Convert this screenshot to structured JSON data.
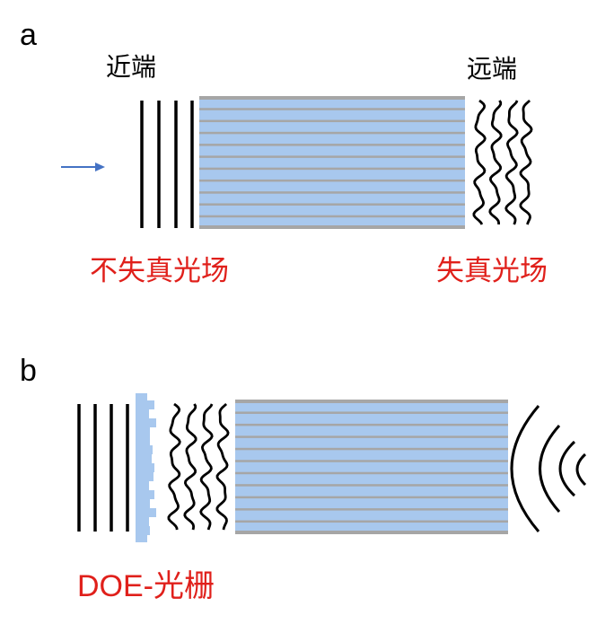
{
  "panel_a": {
    "label": "a",
    "near_end": "近端",
    "far_end": "远端",
    "undistorted_field": "不失真光场",
    "distorted_field": "失真光场"
  },
  "panel_b": {
    "label": "b",
    "doe_grating": "DOE-光栅"
  },
  "colors": {
    "fiber_blue": "#a8c8ee",
    "fiber_gray": "#a6a6a6",
    "arrow_blue": "#4472c4",
    "label_red": "#e0201b"
  }
}
